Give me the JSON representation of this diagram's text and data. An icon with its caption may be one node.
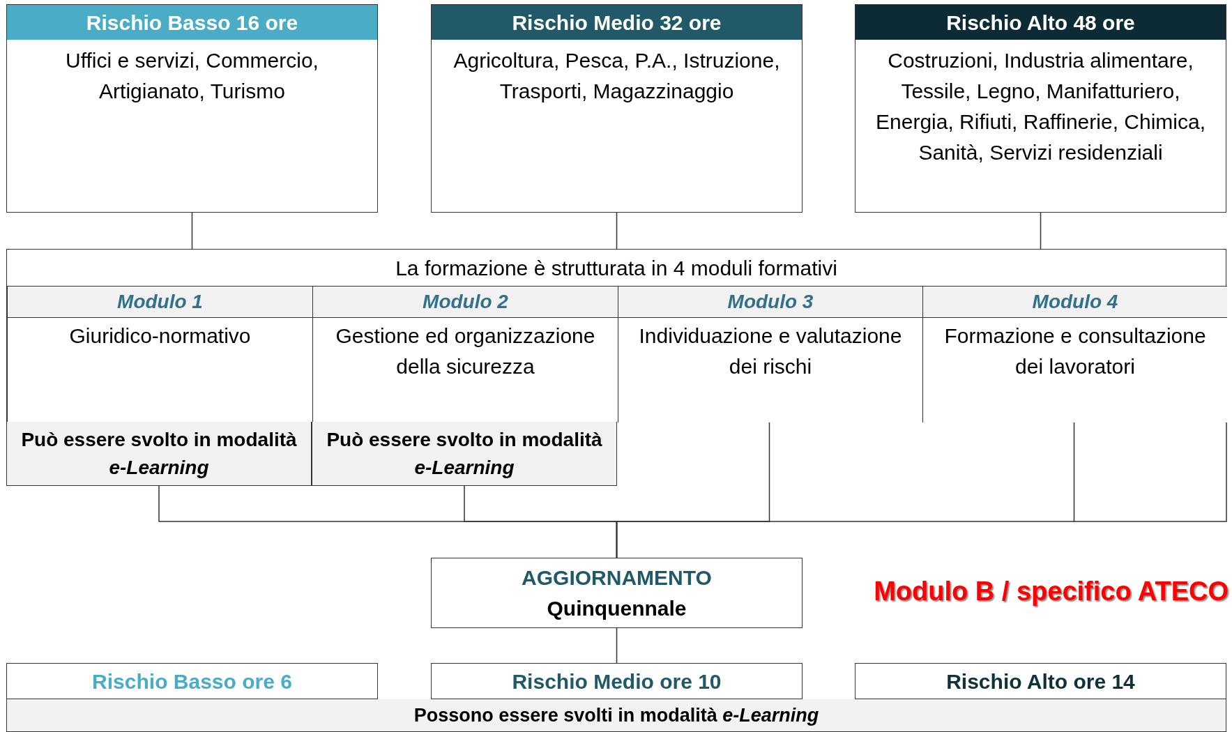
{
  "diagram": {
    "nodes": [
      {
        "text": [
          "Rischio Basso 16 ore",
          "Uffici e servizi, Commercio, Artigianato, Turismo"
        ]
      },
      {
        "text": [
          "Rischio Medio 32 ore",
          "Agricoltura, Pesca, P.A., Istruzione, Trasporti, Magazzinaggio"
        ]
      },
      {
        "text": [
          "Rischio Alto 48 ore",
          "Costruzioni, Industria alimentare, Tessile, Legno, Manifatturiero, Energia, Rifiuti, Raffinerie, Chimica, Sanità, Servizi residenziali"
        ]
      },
      {
        "text": [
          "La formazione è strutturata in 4 moduli formativi"
        ]
      },
      {
        "text": [
          "Modulo 1",
          "Giuridico-normativo"
        ],
        "in": 3
      },
      {
        "text": [
          "Modulo 2",
          "Gestione ed organizzazione della sicurezza"
        ],
        "in": 3
      },
      {
        "text": [
          "Modulo 3",
          "Individuazione e valutazione dei rischi"
        ],
        "in": 3
      },
      {
        "text": [
          "Modulo 4",
          "Formazione e consultazione dei lavoratori"
        ],
        "in": 3
      },
      {
        "text": [
          "Può essere svolto in modalità *e-Learning*"
        ]
      },
      {
        "text": [
          "Può essere svolto in modalità *e-Learning*"
        ]
      },
      {
        "text": [
          "AGGIORNAMENTO",
          "Quinquennale"
        ]
      },
      {
        "text": [
          "Rischio Basso ore 6"
        ]
      },
      {
        "text": [
          "Rischio Medio ore 10"
        ]
      },
      {
        "text": [
          "Rischio Alto ore 14"
        ]
      },
      {
        "text": [
          "Possono essere svolti in modalità *e-Learning*"
        ]
      }
    ],
    "edges": [
      {
        "from": 0,
        "to": 3,
        "arrow": "none"
      },
      {
        "from": 1,
        "to": 3,
        "arrow": "none"
      },
      {
        "from": 2,
        "to": 3,
        "arrow": "none"
      },
      {
        "from": 8,
        "to": 10,
        "arrow": "none"
      },
      {
        "from": 9,
        "to": 10,
        "arrow": "none"
      },
      {
        "from": 6,
        "to": 10,
        "arrow": "none"
      },
      {
        "from": 7,
        "to": 10,
        "arrow": "none"
      },
      {
        "from": 10,
        "to": 12,
        "arrow": "none"
      }
    ],
    "labels": [
      "Modulo B / specifico ATECO"
    ]
  }
}
